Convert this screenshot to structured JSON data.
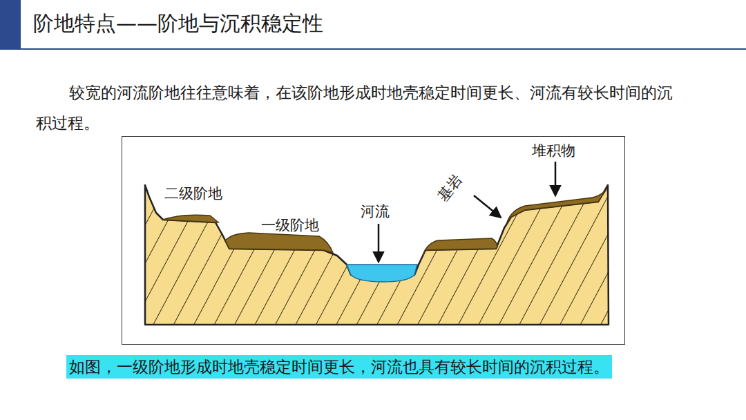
{
  "diagram": {
    "title": "阶地特点——阶地与沉积稳定性",
    "caption": "如图，一级阶地形成时地壳稳定时间更长，河流也具有较长时间的沉积过程。",
    "labels": [
      "较宽的河流阶地往往意味着，在该阶地形成时地壳稳定时间更长、河流有较长时间的沉积过程。",
      "二级阶地",
      "一级阶地",
      "河流",
      "基岩",
      "堆积物"
    ]
  }
}
